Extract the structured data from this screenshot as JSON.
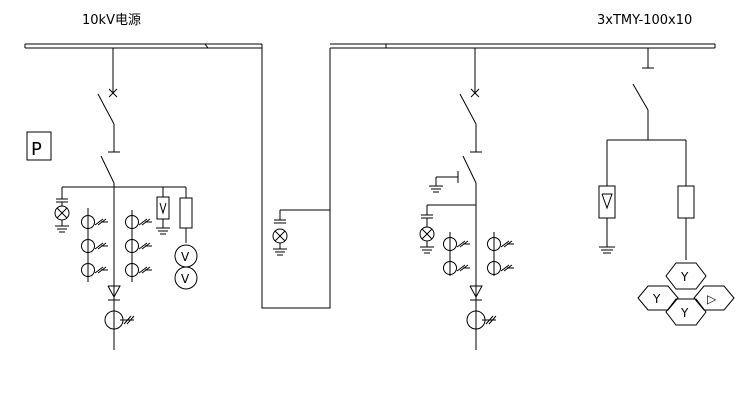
{
  "labels": {
    "left_title": "10kV电源",
    "right_title": "3xTMY-100x10"
  },
  "symbols": {
    "meter_box": "P",
    "voltmeter": "V",
    "star": "Y",
    "delta": "▷"
  }
}
